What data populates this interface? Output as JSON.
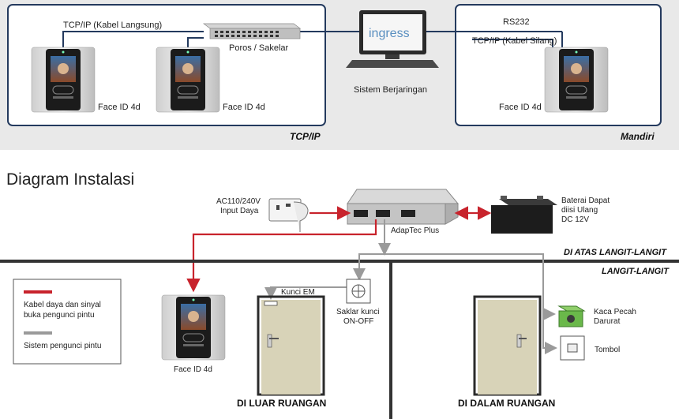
{
  "top": {
    "left_panel_conn": "TCP/IP (Kabel Langsung)",
    "switch_label": "Poros / Sakelar",
    "device_a_label": "Face ID 4d",
    "device_b_label": "Face ID 4d",
    "left_panel_footer": "TCP/IP",
    "monitor_brand": "ingress",
    "network_label": "Sistem Berjaringan",
    "right_rs232": "RS232",
    "right_conn": "TCP/IP (Kabel Silang)",
    "device_c_label": "Face ID 4d",
    "right_panel_footer": "Mandiri"
  },
  "install": {
    "title": "Diagram Instalasi",
    "power_label_1": "AC110/240V",
    "power_label_2": "Input Daya",
    "adaptec_label": "AdapTec Plus",
    "battery_1": "Baterai Dapat",
    "battery_2": "diisi Ulang",
    "battery_3": "DC 12V",
    "above_ceiling": "DI ATAS LANGIT-LANGIT",
    "ceiling": "LANGIT-LANGIT",
    "legend_red_1": "Kabel daya dan sinyal",
    "legend_red_2": "buka pengunci pintu",
    "legend_gray": "Sistem pengunci pintu",
    "device_label": "Face ID 4d",
    "em_lock": "Kunci EM",
    "key_switch_1": "Saklar kunci",
    "key_switch_2": "ON-OFF",
    "break_glass_1": "Kaca Pecah",
    "break_glass_2": "Darurat",
    "button": "Tombol",
    "outside": "DI LUAR RUANGAN",
    "inside": "DI DALAM RUANGAN"
  },
  "colors": {
    "red": "#c8232c",
    "gray": "#9a9a9a",
    "navy": "#243a5e",
    "band": "#e9e9e9"
  }
}
